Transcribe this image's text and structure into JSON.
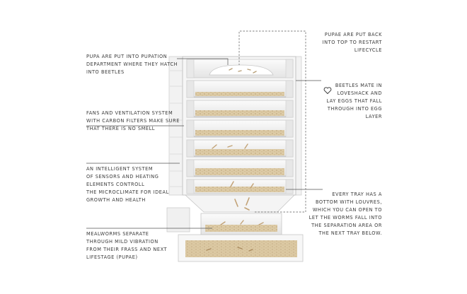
{
  "captions": {
    "pupae_back": "PUPAE ARE PUT BACK\nINTO TOP TO RESTART\nLIFECYCLE",
    "pupation": "PUPA ARE PUT INTO PUPATION\nDEPARTMENT WHERE THEY HATCH\nINTO BEETLES",
    "beetles_mate": "BEETLES MATE IN\nLOVESHACK AND\nLAY EGGS THAT FALL\nTHROUGH INTO EGG\nLAYER",
    "fans": "FANS AND VENTILATION SYSTEM\nWITH CARBON FILTERS MAKE SURE\nTHAT THERE IS NO SMELL",
    "sensors": "AN INTELLIGENT SYSTEM\nOF SENSORS AND HEATING\nELEMENTS CONTROLL\nTHE MICROCLIMATE FOR IDEAL\nGROWTH AND HEALTH",
    "tray_bottom": "EVERY TRAY HAS A\nBOTTOM WITH LOUVRES,\nWHICH YOU CAN OPEN TO\nLET THE WORMS FALL INTO\nTHE SEPARATION AREA OR\nTHE NEXT TRAY BELOW.",
    "separate": "MEALWORMS SEPARATE\nTHROUGH MILD VIBRATION\nFROM THEIR FRASS AND NEXT\nLIFESTAGE (PUPAE)"
  },
  "icons": {
    "heart": "heart-icon"
  },
  "colors": {
    "frame": "#f3f3f3",
    "frame_edge": "#c9c9c9",
    "bran": "#d9c8a6",
    "bran_dark": "#b89f72",
    "worm": "#c9a77a",
    "leader": "#555555"
  }
}
